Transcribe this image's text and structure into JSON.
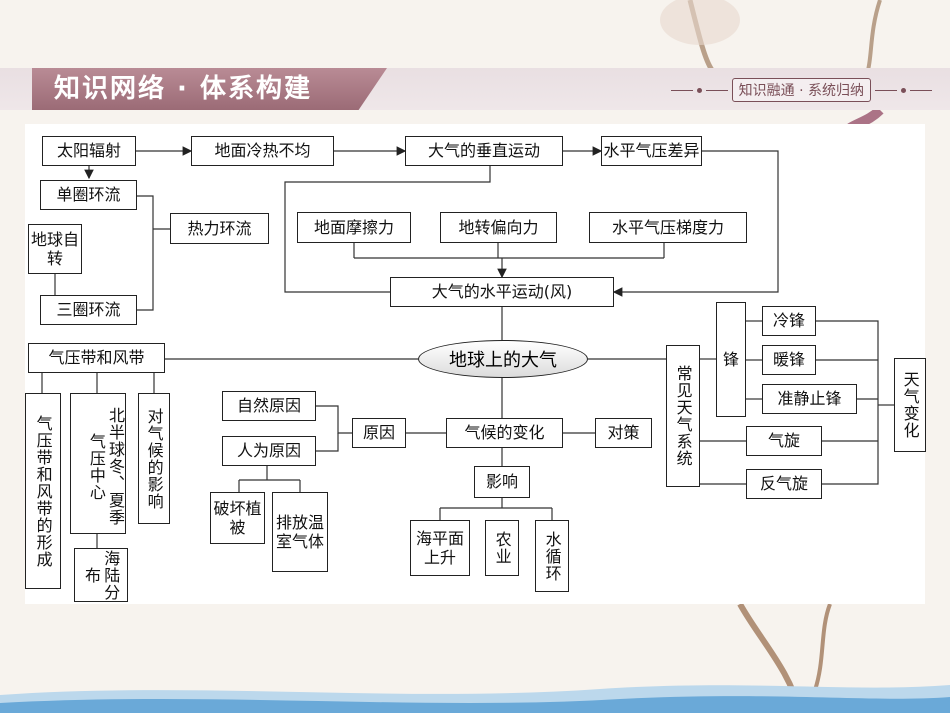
{
  "header": {
    "title": "知识网络 · 体系构建",
    "right_label": "知识融通 · 系统归纳"
  },
  "nodes": {
    "taiyang": "太阳辐射",
    "dimian_lengre": "地面冷热不均",
    "chuizhi": "大气的垂直运动",
    "shuiping_qiya_chayi": "水平气压差异",
    "danquan": "单圈环流",
    "reli": "热力环流",
    "diqiu_zizhuan": "地球自转",
    "sanquan": "三圈环流",
    "moca": "地面摩擦力",
    "zhuanxiang": "地转偏向力",
    "tidu": "水平气压梯度力",
    "shuiping_yundong": "大气的水平运动(风)",
    "qiyadai": "气压带和风带",
    "center": "地球上的大气",
    "col_xingcheng": "气压带和风带的形成",
    "col_beiban": "北半球冬、夏季气压中心",
    "col_yingxiang": "对气候的影响",
    "col_hailu": "海陆分布",
    "ziran": "自然原因",
    "renwei": "人为原因",
    "yuanyin": "原因",
    "qihou": "气候的变化",
    "duice": "对策",
    "pohuai": "破坏植被",
    "paifang": "排放温室气体",
    "yingxiang": "影响",
    "haiping": "海平面上升",
    "nongye": "农业",
    "shuixunhuan": "水循环",
    "changjian": "常见天气系统",
    "feng": "锋",
    "lengfeng": "冷锋",
    "nuanfeng": "暖锋",
    "zhunjing": "准静止锋",
    "qixuan": "气旋",
    "fanqixuan": "反气旋",
    "tianqi": "天气变化"
  }
}
